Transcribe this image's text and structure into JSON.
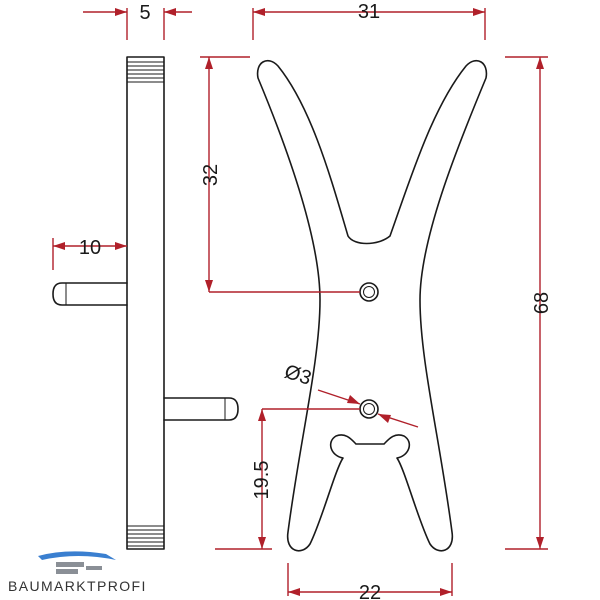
{
  "dimensions": {
    "side_thickness": "5",
    "width_top": "31",
    "hole_spacing_top": "32",
    "pin_length": "10",
    "overall_height": "68",
    "hole_diameter": "Ø3",
    "hole_from_bottom": "19.5",
    "width_bottom": "22"
  },
  "brand": {
    "name": "BAUMARKTPROFI",
    "color_blue": "#3a7fd0",
    "color_gray": "#8a8f96"
  },
  "colors": {
    "dimension_line": "#b0202a",
    "part_outline": "#1a1a1a"
  }
}
